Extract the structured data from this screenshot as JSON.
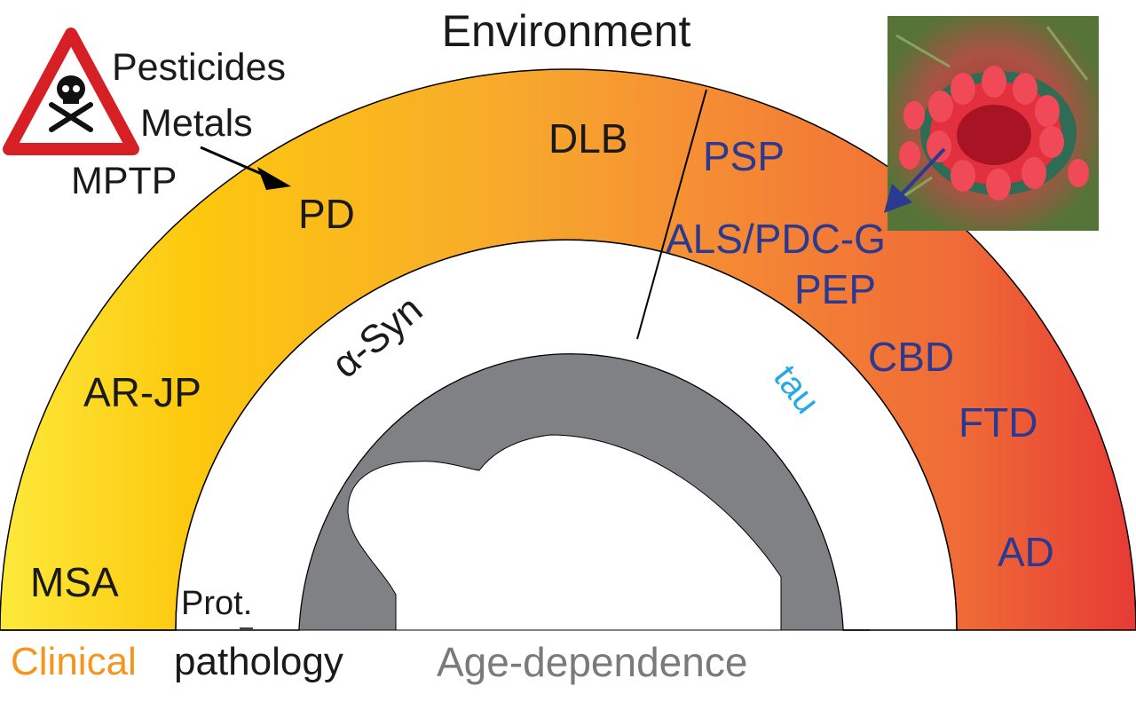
{
  "title": "Environment",
  "environment_factors": [
    "Pesticides",
    "Metals",
    "MPTP"
  ],
  "synuclein_diseases": [
    "MSA",
    "AR-JP",
    "PD",
    "DLB"
  ],
  "tau_diseases": [
    "PSP",
    "ALS/PDC-G",
    "PEP",
    "CBD",
    "FTD",
    "AD"
  ],
  "protein_labels": {
    "synuclein": "α-Syn",
    "tau": "tau",
    "prot": "Prot."
  },
  "bottom_labels": {
    "clinical": "Clinical",
    "pathology": "pathology",
    "age": "Age-dependence"
  },
  "icons": {
    "hazard": "skull-crossbones-warning-icon",
    "photo": "cycad-seed-cone-photo"
  },
  "colors": {
    "yellow": "#fde52a",
    "orange": "#f5a82c",
    "red": "#e8393a",
    "gray": "#808184",
    "navy": "#2b3990",
    "cyan": "#27aae1",
    "clinical_orange": "#f7941d",
    "age_gray": "#7a7a7c"
  }
}
